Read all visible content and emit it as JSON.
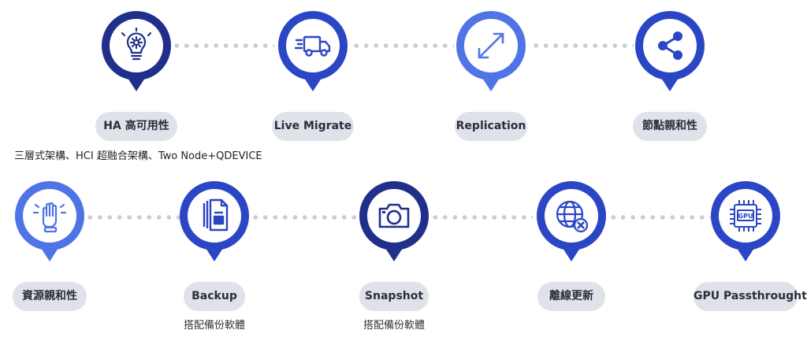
{
  "row1": {
    "items": [
      {
        "label": "HA 高可用性",
        "icon": "lightbulb-gear-icon",
        "color": "#1f2f8a"
      },
      {
        "label": "Live Migrate",
        "icon": "moving-truck-icon",
        "color": "#2b46c4"
      },
      {
        "label": "Replication",
        "icon": "diagonal-arrows-icon",
        "color": "#4e74e6"
      },
      {
        "label": "節點親和性",
        "icon": "share-icon",
        "color": "#2b46c4"
      }
    ],
    "note": "三層式架構、HCI 超融合架構、Two Node+QDEVICE"
  },
  "row2": {
    "items": [
      {
        "label": "資源親和性",
        "icon": "raised-hand-icon",
        "color": "#4e74e6",
        "sub": ""
      },
      {
        "label": "Backup",
        "icon": "documents-icon",
        "color": "#2b46c4",
        "sub": "搭配備份軟體"
      },
      {
        "label": "Snapshot",
        "icon": "camera-icon",
        "color": "#1f2f8a",
        "sub": "搭配備份軟體"
      },
      {
        "label": "離線更新",
        "icon": "globe-offline-icon",
        "color": "#2b46c4",
        "sub": ""
      },
      {
        "label": "GPU Passthrought",
        "icon": "gpu-chip-icon",
        "color": "#2b46c4",
        "sub": ""
      }
    ]
  },
  "colors": {
    "dot": "#c9cdd6",
    "label_bg": "#dfe2e9",
    "label_text": "#2a2e3b"
  }
}
